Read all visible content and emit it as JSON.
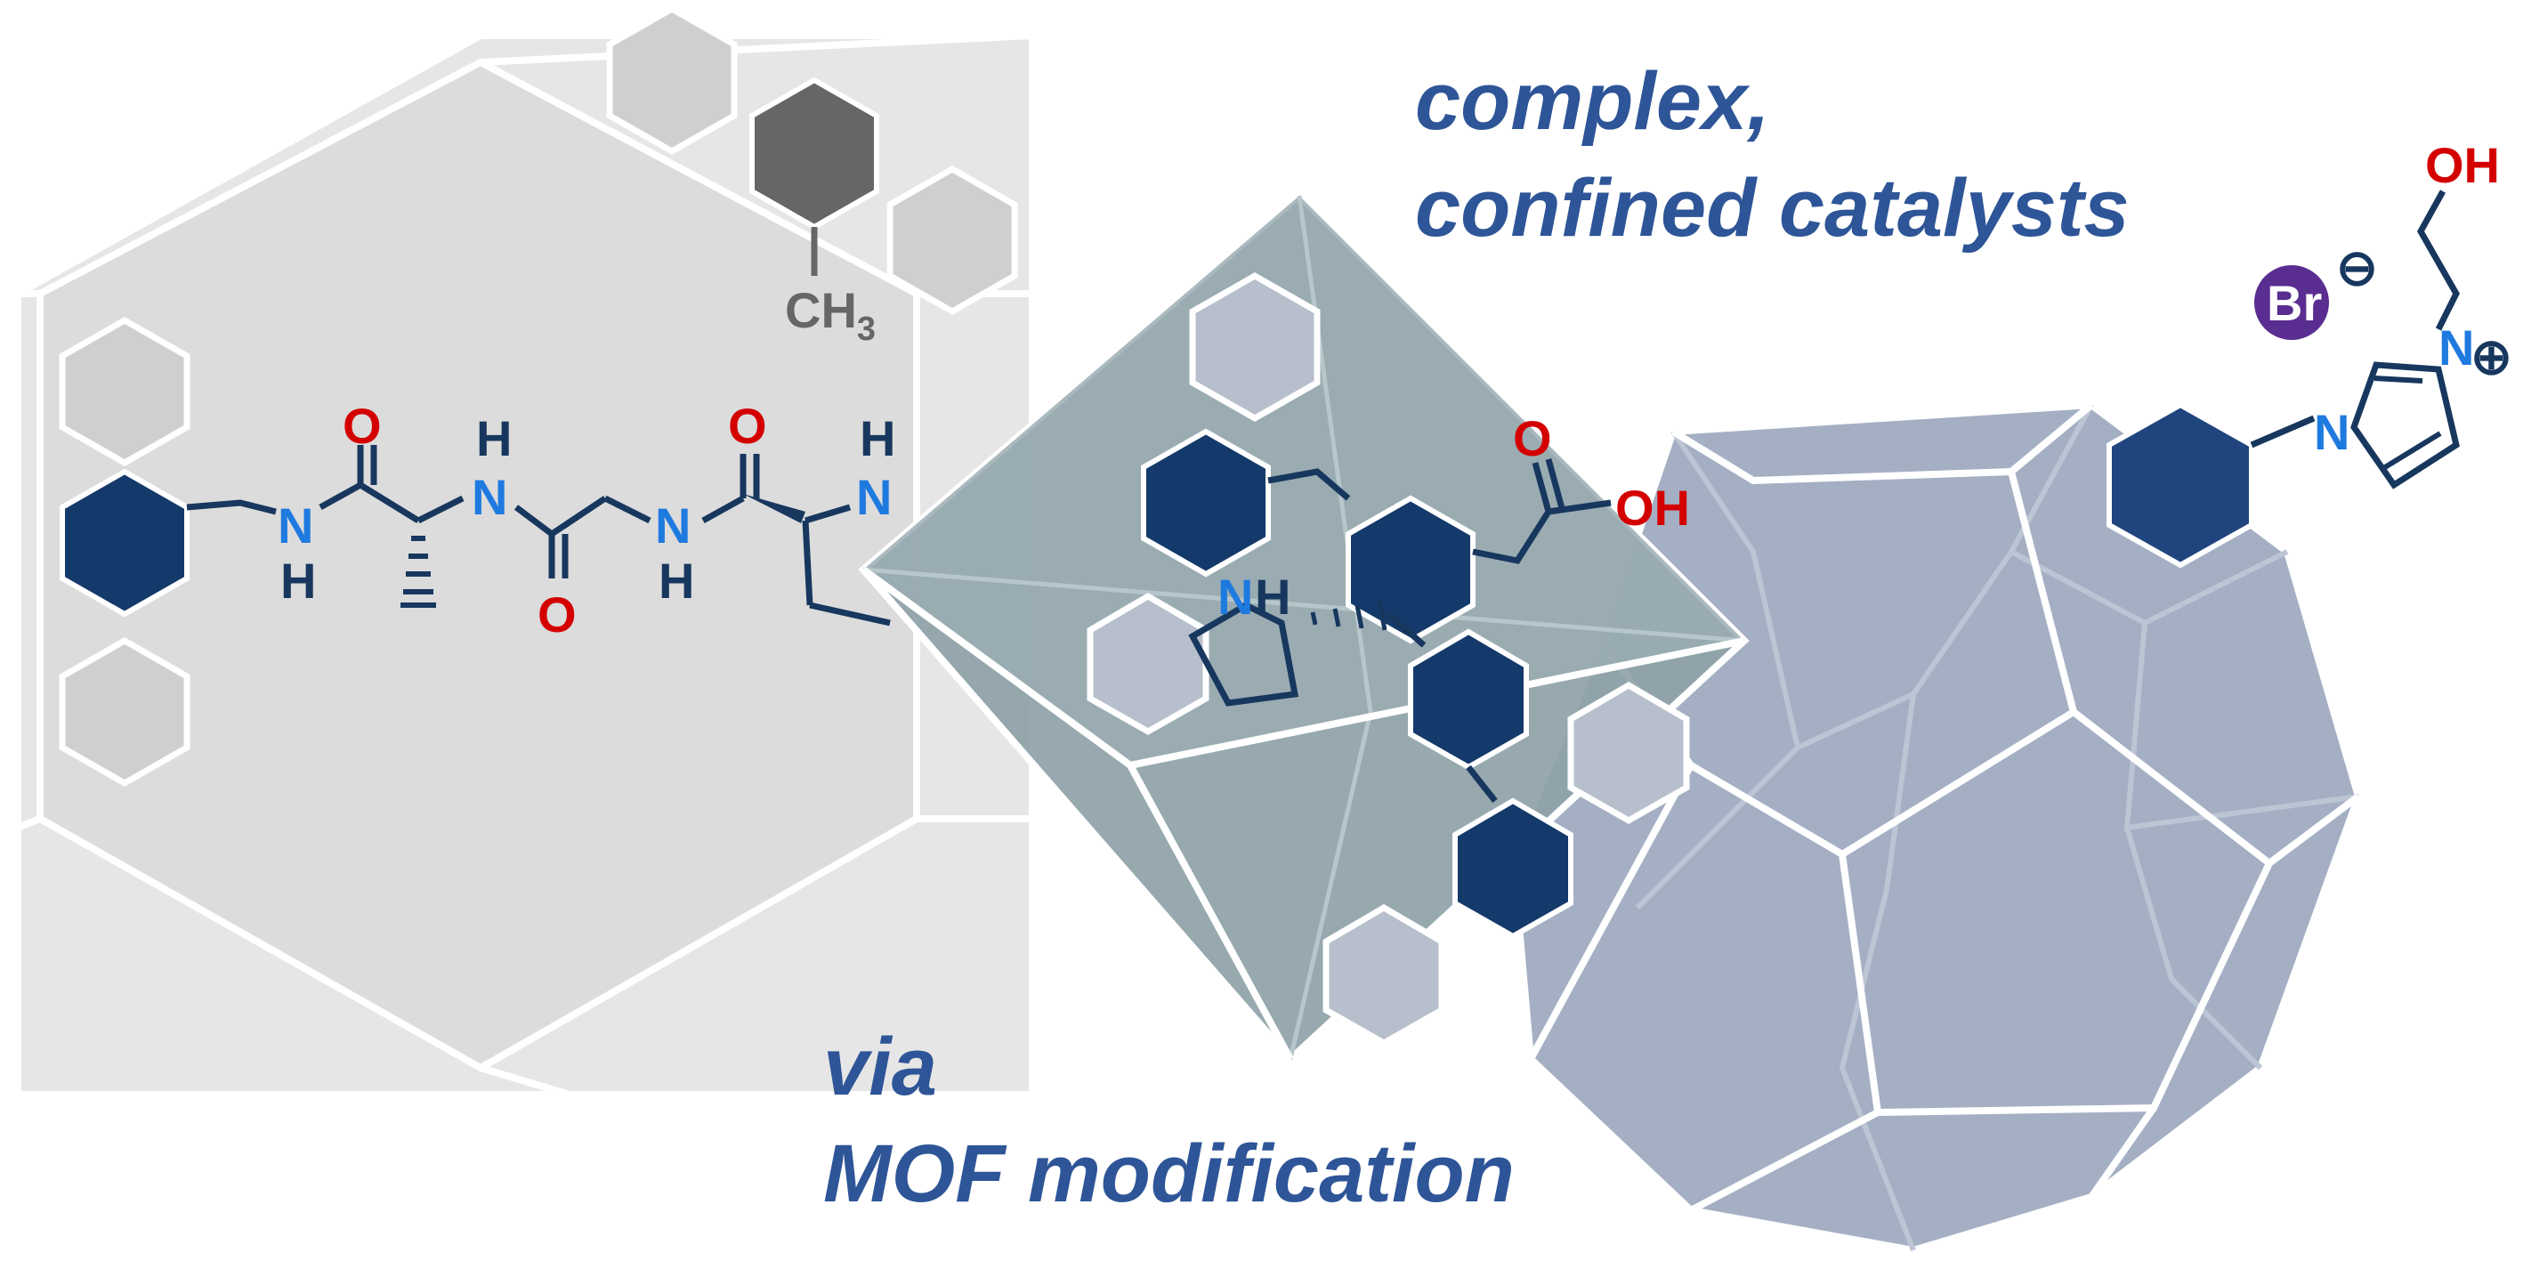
{
  "headline": {
    "line1": "complex,",
    "line2": "confined catalysts"
  },
  "subline": {
    "line1": "via",
    "line2": "MOF modification"
  },
  "labels": {
    "methyl_C": "C",
    "methyl_H": "H",
    "methyl_sub": "3",
    "amide_O1": "O",
    "amide_N1": "N",
    "amide_H1": "H",
    "amide_H2": "H",
    "amide_N2": "N",
    "amide_O2": "O",
    "amide_N3": "N",
    "amide_H3": "H",
    "amide_O3": "O",
    "amine_H": "H",
    "amine_N": "N",
    "pyrrolidine_N": "N",
    "pyrrolidine_H": "H",
    "acid_O": "O",
    "acid_OH": "OH",
    "bromide": "Br",
    "minus": "⊖",
    "plus": "⊕",
    "hydroxyl": "OH",
    "imidazole_N1": "N",
    "imidazole_N2": "N"
  },
  "colors": {
    "caption_blue": "#2e5597",
    "bond_navy": "#17375e",
    "nitrogen_blue": "#1f7ae0",
    "oxygen_red": "#d40000",
    "bromide_purple": "#5a2d91",
    "linker_navy": "#14396b"
  }
}
